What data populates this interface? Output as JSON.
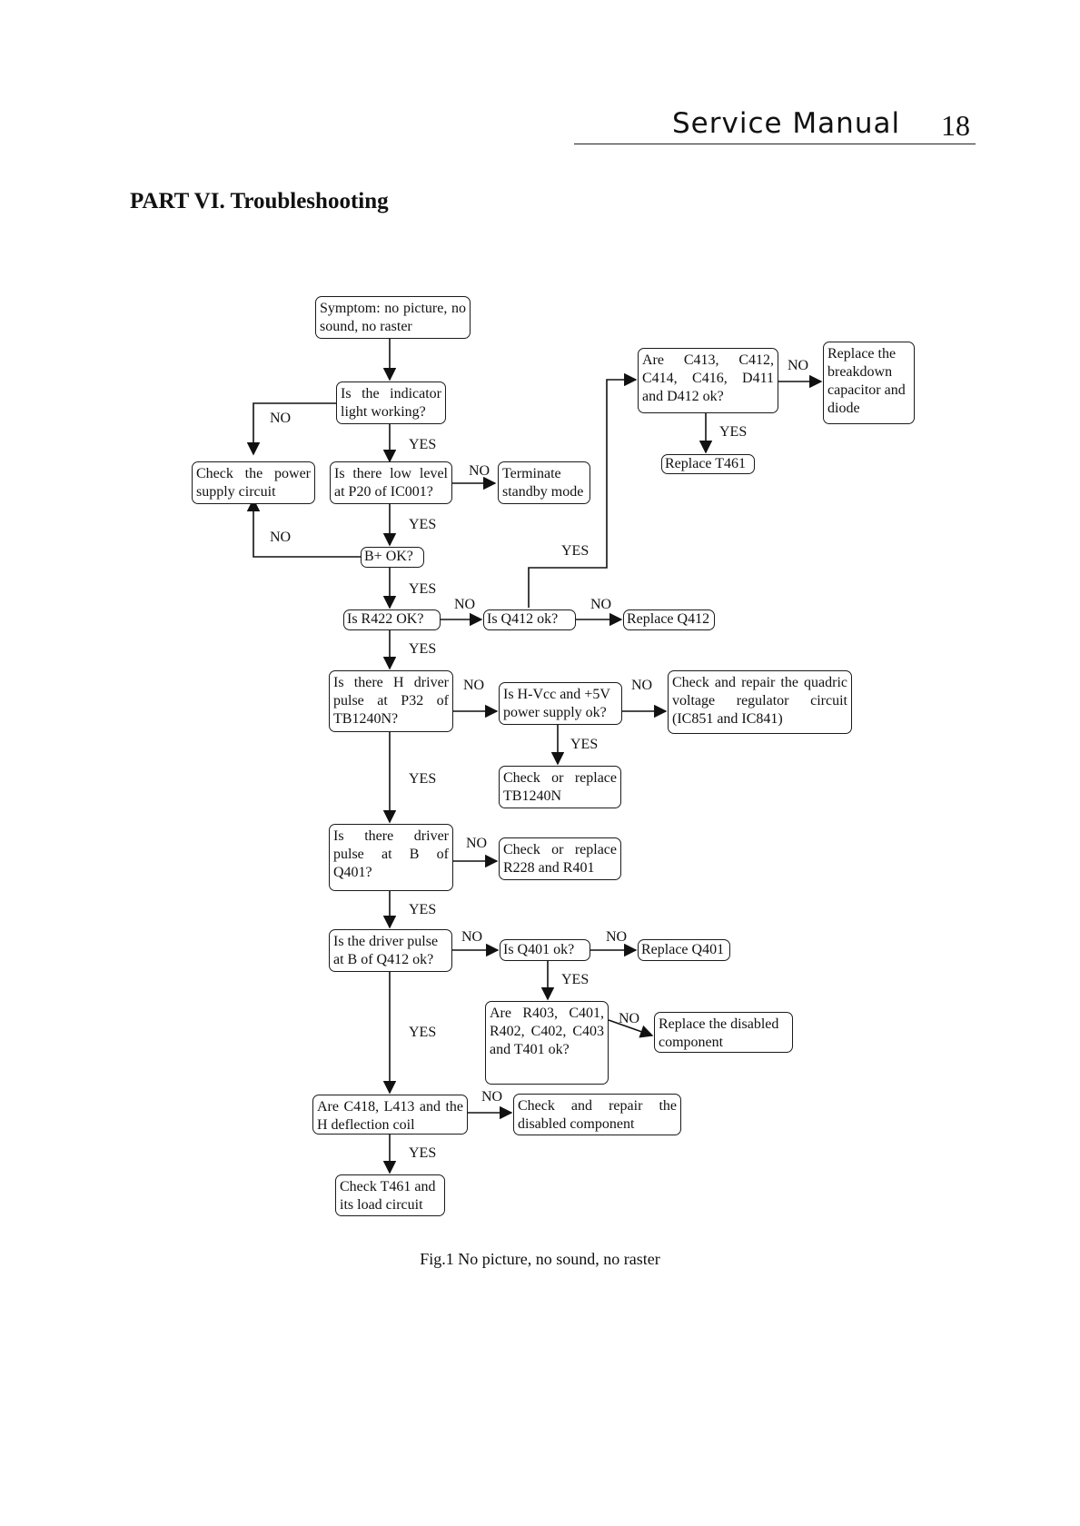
{
  "header": {
    "title": "Service Manual",
    "page_number": "18"
  },
  "section_title": "PART VI. Troubleshooting",
  "flowchart": {
    "symptom": "Symptom: no picture, no sound, no raster",
    "indicator": "Is the indicator light working?",
    "check_power": "Check the power supply circuit",
    "low_level": "Is there low level at P20 of IC001?",
    "terminate": "Terminate standby mode",
    "bplus": "B+ OK?",
    "r422": "Is R422 OK?",
    "q412": "Is Q412 ok?",
    "replace_q412": "Replace Q412",
    "c413": "Are C413, C412, C414, C416, D411 and D412 ok?",
    "replace_breakdown": "Replace the breakdown capacitor and diode",
    "replace_t461": "Replace T461",
    "h_driver": "Is there H driver pulse at P32 of TB1240N?",
    "hvcc": "Is H-Vcc and +5V power supply ok?",
    "check_regulator": "Check and repair the quadric voltage regulator circuit (IC851 and IC841)",
    "check_tb1240n": "Check or replace TB1240N",
    "driver_q401": "Is there driver pulse at B of Q401?",
    "check_r228": "Check or replace R228 and R401",
    "driver_q412": "Is the driver pulse at B of Q412 ok?",
    "q401": "Is Q401 ok?",
    "replace_q401": "Replace Q401",
    "r403": "Are R403, C401, R402, C402, C403 and T401 ok?",
    "replace_disabled": "Replace the disabled component",
    "c418": "Are C418, L413 and the H deflection coil",
    "check_disabled": "Check and repair the disabled component",
    "check_t461": "Check T461 and its load circuit"
  },
  "labels": {
    "yes": "YES",
    "no": "NO"
  },
  "caption": "Fig.1 No picture, no sound, no raster"
}
